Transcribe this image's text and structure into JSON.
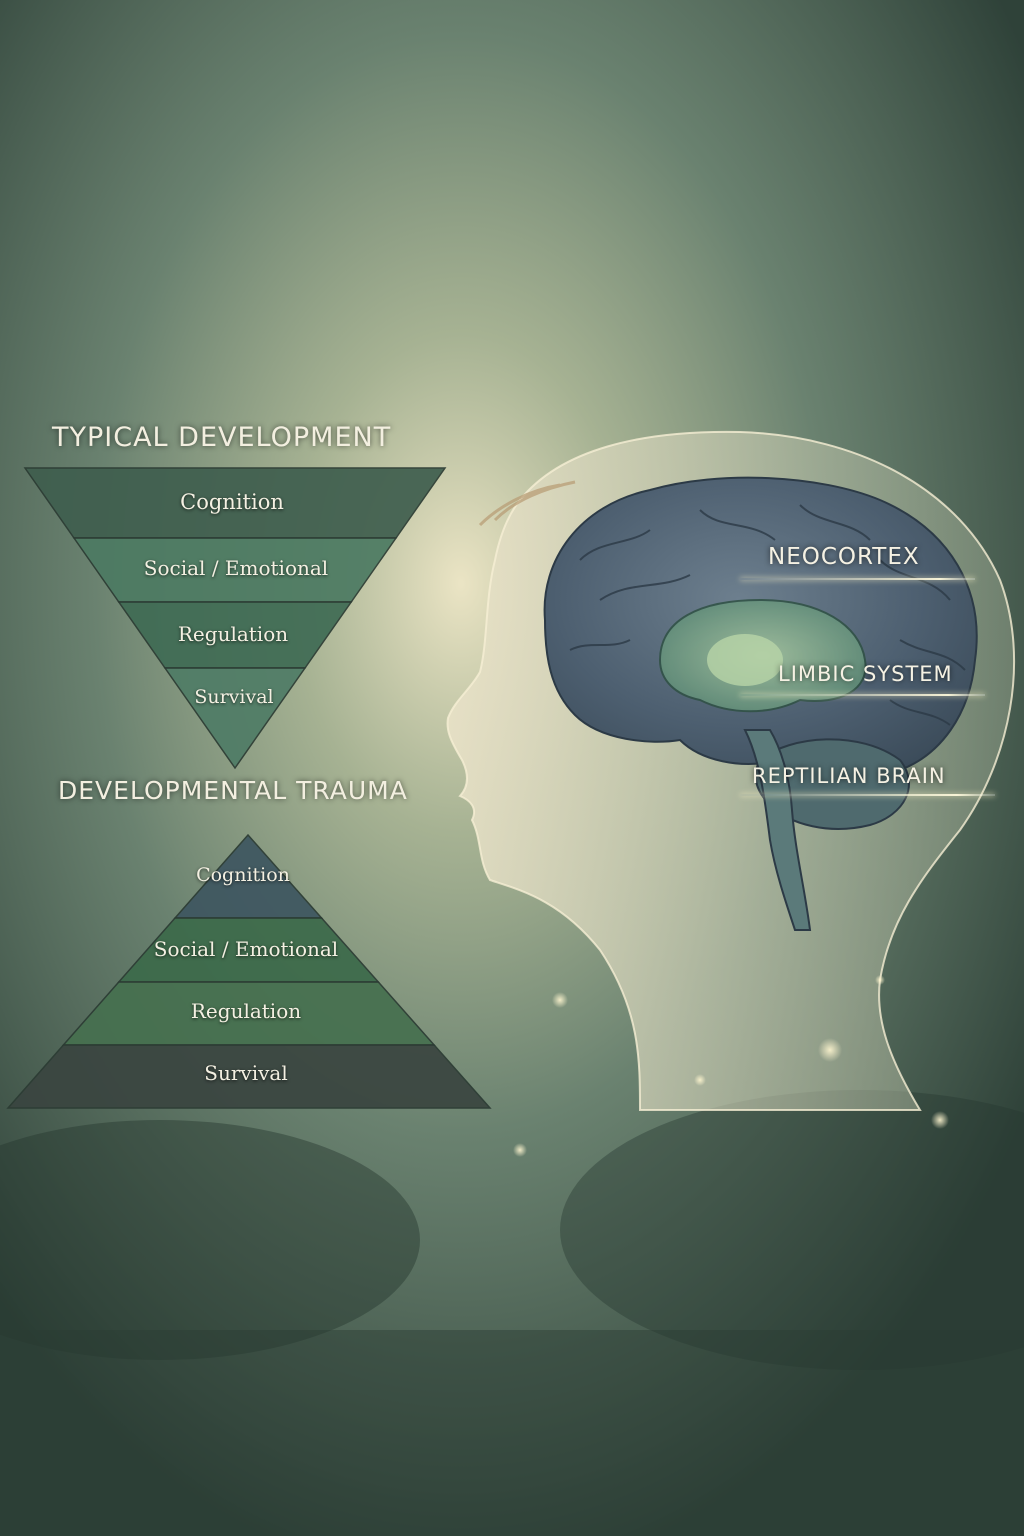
{
  "typical": {
    "title": "TYPICAL DEVELOPMENT",
    "tiers": [
      {
        "label": "Cognition",
        "color": "#3f5e4e"
      },
      {
        "label": "Social / Emotional",
        "color": "#4c7a62"
      },
      {
        "label": "Regulation",
        "color": "#3f6b54"
      },
      {
        "label": "Survival",
        "color": "#4f7c66"
      }
    ]
  },
  "trauma": {
    "title": "DEVELOPMENTAL TRAUMA",
    "tiers": [
      {
        "label": "Cognition",
        "color": "#3e5660"
      },
      {
        "label": "Social / Emotional",
        "color": "#3c6a4a"
      },
      {
        "label": "Regulation",
        "color": "#46704f"
      },
      {
        "label": "Survival",
        "color": "#3a4540"
      }
    ]
  },
  "brain_labels": [
    {
      "label": "NEOCORTEX"
    },
    {
      "label": "LIMBIC SYSTEM"
    },
    {
      "label": "REPTILIAN BRAIN"
    }
  ],
  "palette": {
    "background": "#3c5248",
    "glow": "#f4eccb",
    "text": "#f3efe0"
  }
}
